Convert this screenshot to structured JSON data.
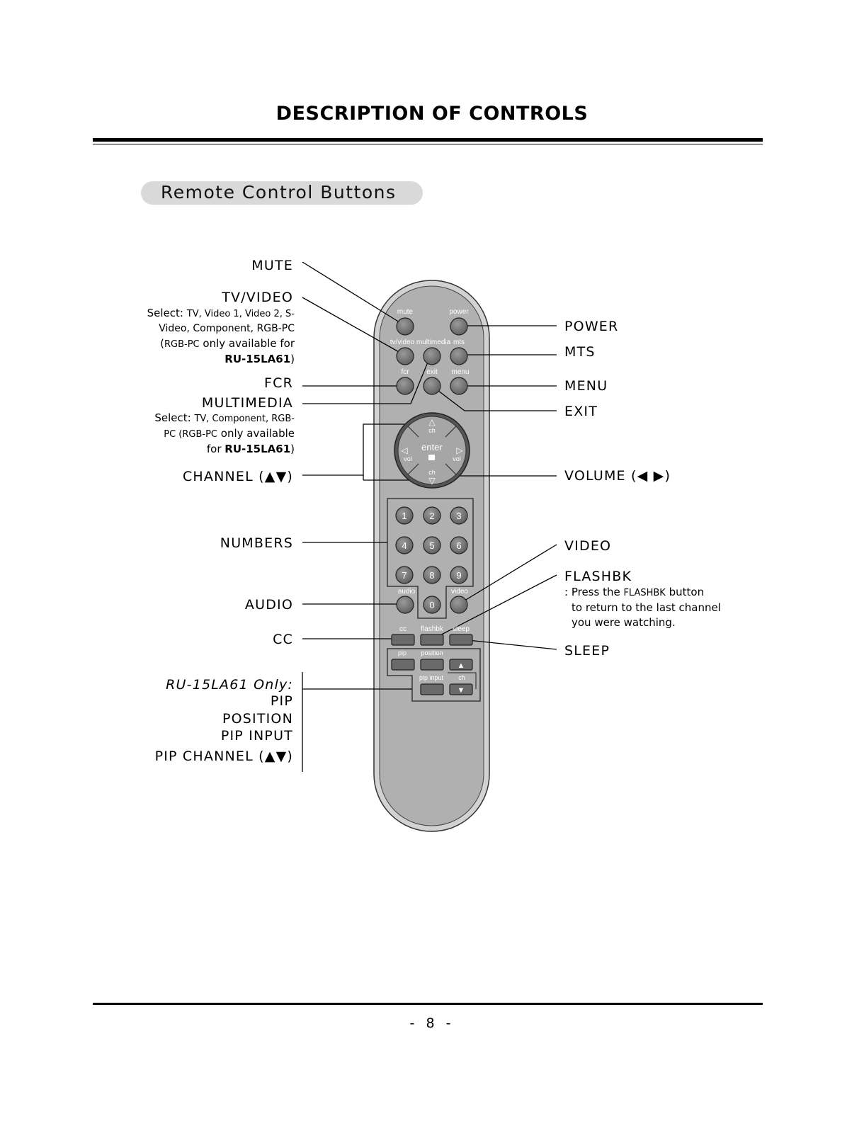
{
  "page": {
    "title": "DESCRIPTION OF CONTROLS",
    "section": "Remote Control Buttons",
    "page_number": "- 8 -"
  },
  "labels_left": {
    "mute": "MUTE",
    "tv_video": "TV/VIDEO",
    "fcr": "FCR",
    "multimedia": "MULTIMEDIA",
    "channel": "CHANNEL (▲▼)",
    "numbers": "NUMBERS",
    "audio": "AUDIO",
    "cc": "CC",
    "ru_only": "RU-15LA61 Only:",
    "pip": "PIP",
    "position": "POSITION",
    "pip_input": "PIP INPUT",
    "pip_channel": "PIP CHANNEL (▲▼)"
  },
  "labels_right": {
    "power": "POWER",
    "mts": "MTS",
    "menu": "MENU",
    "exit": "EXIT",
    "volume": "VOLUME (◀ ▶)",
    "video": "VIDEO",
    "flashbk": "FLASHBK",
    "sleep": "SLEEP"
  },
  "notes": {
    "tv_video": {
      "l1a": "Select: ",
      "l1b": "TV, Video 1, Video 2, S-",
      "l2": "Video, Component, RGB-PC",
      "l3a": "(",
      "l3b": "RGB-PC",
      "l3c": " only available for",
      "l4a": "RU-15LA61",
      "l4b": ")"
    },
    "multimedia": {
      "l1a": "Select: ",
      "l1b": "TV, Component, RGB-",
      "l2a": "PC (",
      "l2b": "RGB-PC",
      "l2c": " only available",
      "l3a": "for ",
      "l3b": "RU-15LA61",
      "l3c": ")"
    },
    "flashbk": {
      "l1a": ": Press the ",
      "l1b": "FLASHBK",
      "l1c": " button",
      "l2": "to return to the last channel",
      "l3": "you were watching."
    }
  },
  "remote_text": {
    "mute": "mute",
    "power": "power",
    "tv_video": "tv/video",
    "multimedia": "multimedia",
    "mts": "mts",
    "fcr": "fcr",
    "exit": "exit",
    "menu": "menu",
    "ch": "ch",
    "vol": "vol",
    "enter": "enter",
    "n1": "1",
    "n2": "2",
    "n3": "3",
    "n4": "4",
    "n5": "5",
    "n6": "6",
    "n7": "7",
    "n8": "8",
    "n9": "9",
    "n0": "0",
    "audio": "audio",
    "video": "video",
    "cc": "cc",
    "flashbk": "flashbk",
    "sleep": "sleep",
    "pip": "pip",
    "position": "position",
    "pip_input": "pip input",
    "pip_ch": "ch"
  },
  "icons": {
    "up": "▲",
    "down": "▼",
    "up_outline": "△",
    "down_outline": "▽",
    "left_outline": "◁",
    "right_outline": "▷"
  }
}
